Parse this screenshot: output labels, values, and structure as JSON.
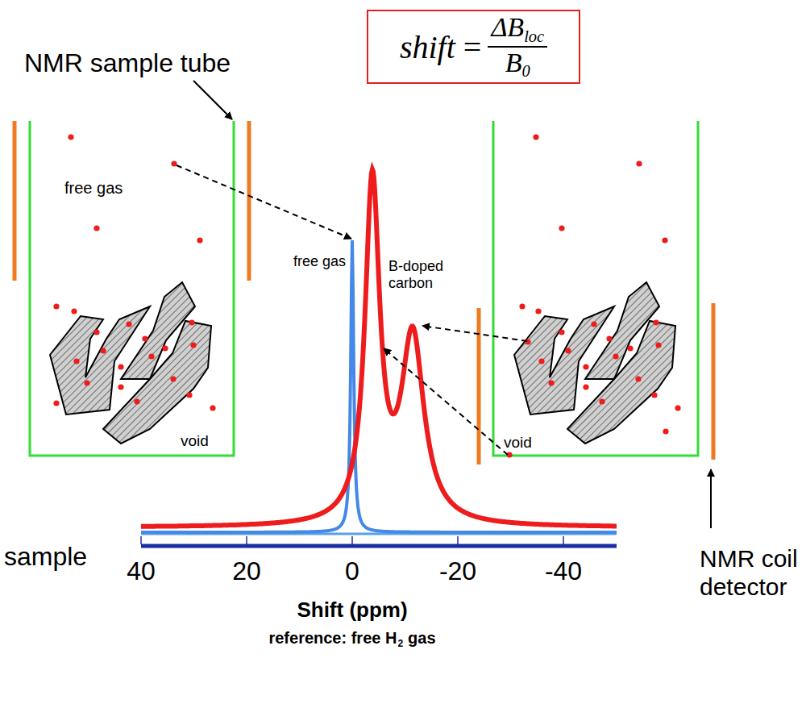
{
  "diagram": {
    "nodes": [
      {
        "text": [
          "shift",
          "=",
          "ΔB",
          "loc",
          "B",
          "0"
        ]
      }
    ],
    "labels": [
      "NMR sample tube",
      "free gas",
      "free gas",
      "B-doped carbon",
      "void",
      "void",
      "NMR coil detector",
      "sample",
      "40",
      "20",
      "0",
      "-20",
      "-40",
      "Shift (ppm)",
      "reference: free H",
      "2",
      "gas"
    ]
  }
}
